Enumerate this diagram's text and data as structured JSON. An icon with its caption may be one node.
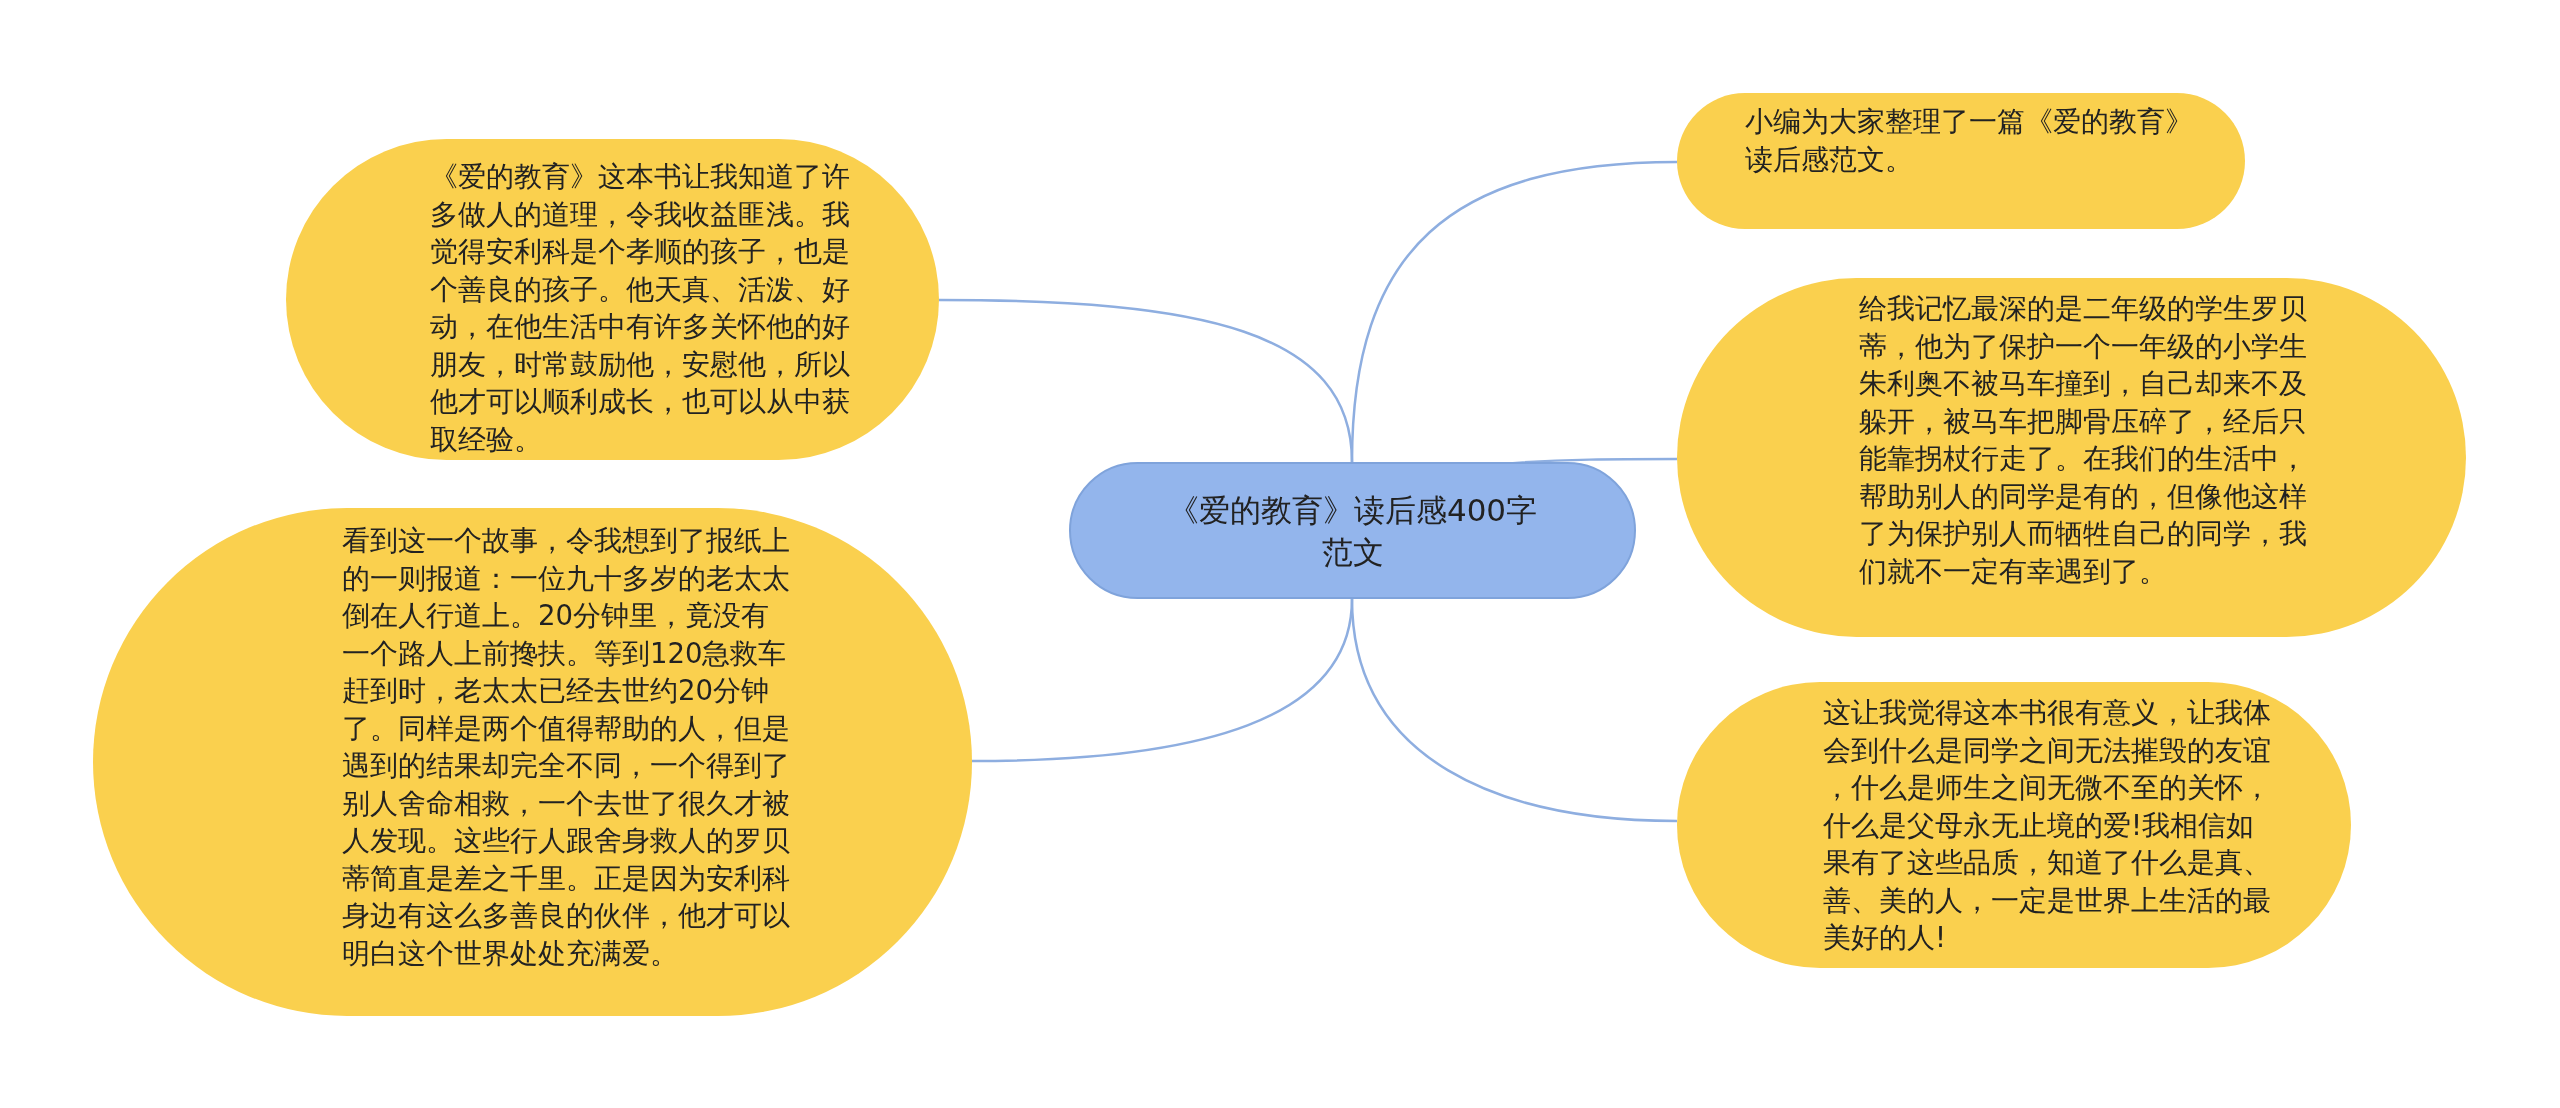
{
  "diagram": {
    "nodes": [
      {
        "text": [
          "《爱的教育》读后感400字范文"
        ]
      },
      {
        "text": [
          "《爱的教育》这本书让我知道了许多做人的道理，令我收益匪浅。我觉得安利科是个孝顺的孩子，也是个善良的孩子。他天真、活泼、好动，在他生活中有许多关怀他的好朋友，时常鼓励他，安慰他，所以他才可以顺利成长，也可以从中获取经验。"
        ]
      },
      {
        "text": [
          "看到这一个故事，令我想到了报纸上的一则报道：一位九十多岁的老太太倒在人行道上。20分钟里，竟没有一个路人上前搀扶。等到120急救车赶到时，老太太已经去世约20分钟了。同样是两个值得帮助的人，但是遇到的结果却完全不同，一个得到了别人舍命相救，一个去世了很久才被人发现。这些行人跟舍身救人的罗贝蒂简直是差之千里。正是因为安利科身边有这么多善良的伙伴，他才可以明白这个世界处处充满爱。"
        ]
      },
      {
        "text": [
          "小编为大家整理了一篇《爱的教育》读后感范文。"
        ]
      },
      {
        "text": [
          "给我记忆最深的是二年级的学生罗贝蒂，他为了保护一个一年级的小学生朱利奥不被马车撞到，自己却来不及躲开，被马车把脚骨压碎了，经后只能靠拐杖行走了。在我们的生活中，帮助别人的同学是有的，但像他这样了为保护别人而牺牲自己的同学，我们就不一定有幸遇到了。"
        ]
      },
      {
        "text": [
          "这让我觉得这本书很有意义，让我体会到什么是同学之间无法摧毁的友谊，什么是师生之间无微不至的关怀，什么是父母永无止境的爱!我相信如果有了这些品质，知道了什么是真、善、美的人，一定是世界上生活的最美好的人!"
        ]
      }
    ],
    "edges": [
      {
        "from": 0,
        "to": 1,
        "arrow": "none"
      },
      {
        "from": 0,
        "to": 2,
        "arrow": "none"
      },
      {
        "from": 0,
        "to": 3,
        "arrow": "none"
      },
      {
        "from": 0,
        "to": 4,
        "arrow": "none"
      },
      {
        "from": 0,
        "to": 5,
        "arrow": "none"
      }
    ]
  }
}
